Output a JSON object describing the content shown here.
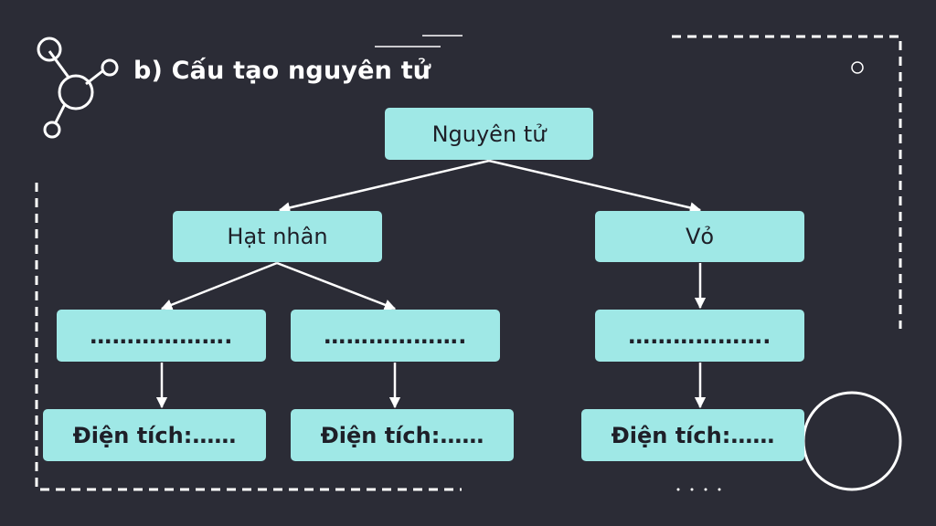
{
  "title": "b) Cấu tạo nguyên tử",
  "nodes": {
    "root": "Nguyên tử",
    "nucleus": "Hạt nhân",
    "shell": "Vỏ",
    "nucleus_part1": "……………….",
    "nucleus_part2": "……………….",
    "shell_part": "……………….",
    "nucleus_part1_charge": "Điện tích:……",
    "nucleus_part2_charge": "Điện tích:……",
    "shell_part_charge": "Điện tích:……"
  },
  "colors": {
    "background": "#2b2c36",
    "box": "#9fe8e6",
    "line": "#ffffff"
  }
}
